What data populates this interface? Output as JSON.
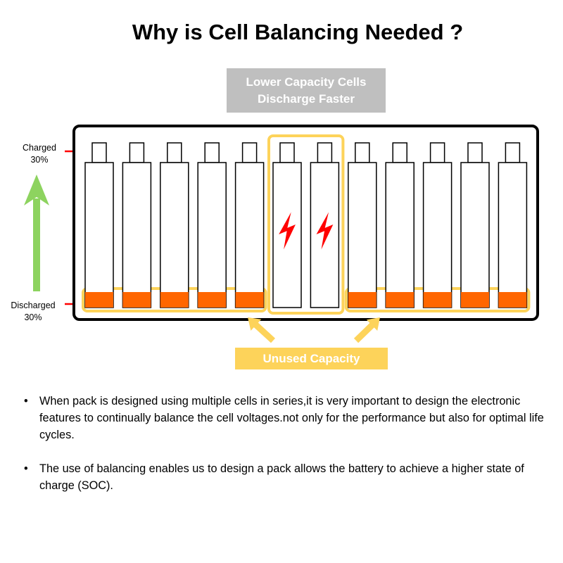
{
  "title": "Why is Cell Balancing Needed ?",
  "callout_top": {
    "line1": "Lower Capacity Cells",
    "line2": "Discharge Faster",
    "color": "#bfbfbf"
  },
  "callout_bottom": {
    "label": "Unused Capacity",
    "color": "#fdd35a"
  },
  "levels": {
    "charged": {
      "line1": "Charged",
      "line2": "30%"
    },
    "discharged": {
      "line1": "Discharged",
      "line2": "30%"
    }
  },
  "cells": {
    "count": 12,
    "low_capacity": [
      5,
      6
    ],
    "icon": "lightning-bolt-icon"
  },
  "colors": {
    "fill": "#ff6600",
    "highlight": "#fdd35a",
    "arrow": "#8dd35f",
    "marker": "#ff0000",
    "bolt": "#ff0000"
  },
  "bullets": [
    "When pack is designed using multiple cells in series,it is very important to design the electronic features to continually balance the cell voltages.not only for the performance but also for optimal life cycles.",
    "The use of balancing enables us to design a pack allows the battery to achieve a higher state of charge (SOC)."
  ]
}
